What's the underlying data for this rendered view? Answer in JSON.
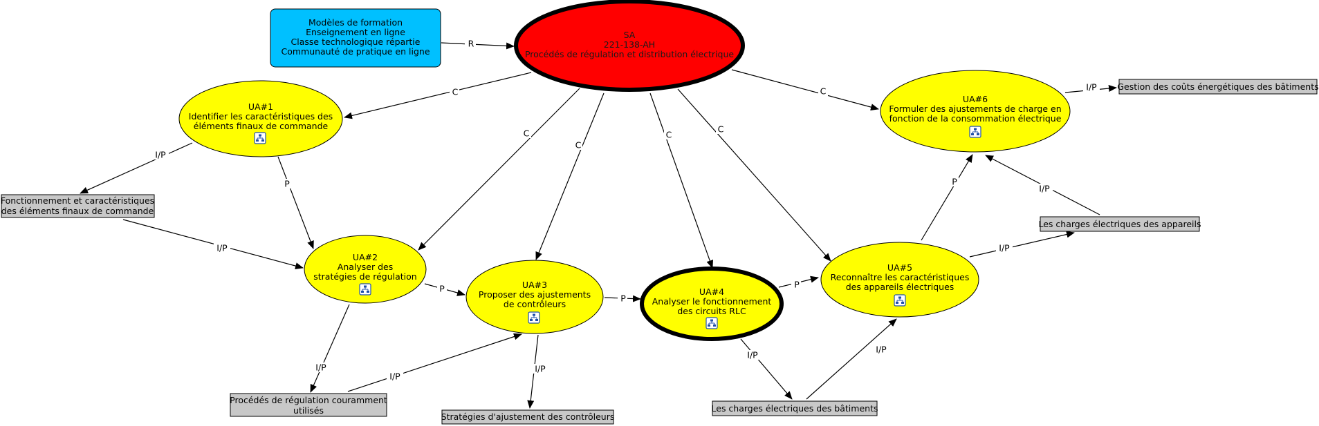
{
  "source_box": {
    "lines": [
      "Modèles de formation",
      "Enseignement en ligne",
      "Classe technologique répartie",
      "Communauté de pratique en ligne"
    ],
    "color": "#00c0ff"
  },
  "sa": {
    "lines": [
      "SA",
      "221-138-AH",
      "Procédés de régulation et distribution électrique"
    ],
    "color": "#ff0000"
  },
  "units": [
    {
      "id": "ua1",
      "lines": [
        "UA#1",
        "Identifier les caractéristiques des",
        "éléments finaux de commande"
      ],
      "icon": "hierarchy-icon"
    },
    {
      "id": "ua2",
      "lines": [
        "UA#2",
        "Analyser des",
        "stratégies de régulation"
      ],
      "icon": "hierarchy-icon"
    },
    {
      "id": "ua3",
      "lines": [
        "UA#3",
        "Proposer des ajustements",
        "de contrôleurs"
      ],
      "icon": "hierarchy-icon"
    },
    {
      "id": "ua4",
      "lines": [
        "UA#4",
        "Analyser le fonctionnement",
        "des circuits RLC"
      ],
      "icon": "hierarchy-icon"
    },
    {
      "id": "ua5",
      "lines": [
        "UA#5",
        "Reconnaître les caractéristiques",
        "des appareils électriques"
      ],
      "icon": "hierarchy-icon"
    },
    {
      "id": "ua6",
      "lines": [
        "UA#6",
        "Formuler des ajustements de charge en",
        "fonction de la consommation électrique"
      ],
      "icon": "hierarchy-icon"
    }
  ],
  "resources": [
    {
      "id": "r1",
      "lines": [
        "Fonctionnement et caractéristiques",
        "des éléments finaux de commande"
      ]
    },
    {
      "id": "r2",
      "lines": [
        "Procédés de régulation couramment",
        "utilisés"
      ]
    },
    {
      "id": "r3",
      "lines": [
        "Stratégies d'ajustement des contrôleurs"
      ]
    },
    {
      "id": "r4",
      "lines": [
        "Les charges électriques des bâtiments"
      ]
    },
    {
      "id": "r5",
      "lines": [
        "Les charges électriques des appareils"
      ]
    },
    {
      "id": "r6",
      "lines": [
        "Gestion des coûts énergétiques des bâtiments"
      ]
    }
  ],
  "colors": {
    "unit": "#ffff00",
    "resource": "#c8c8c8"
  },
  "edge_labels": {
    "R": "R",
    "C": "C",
    "P": "P",
    "IP": "I/P"
  }
}
